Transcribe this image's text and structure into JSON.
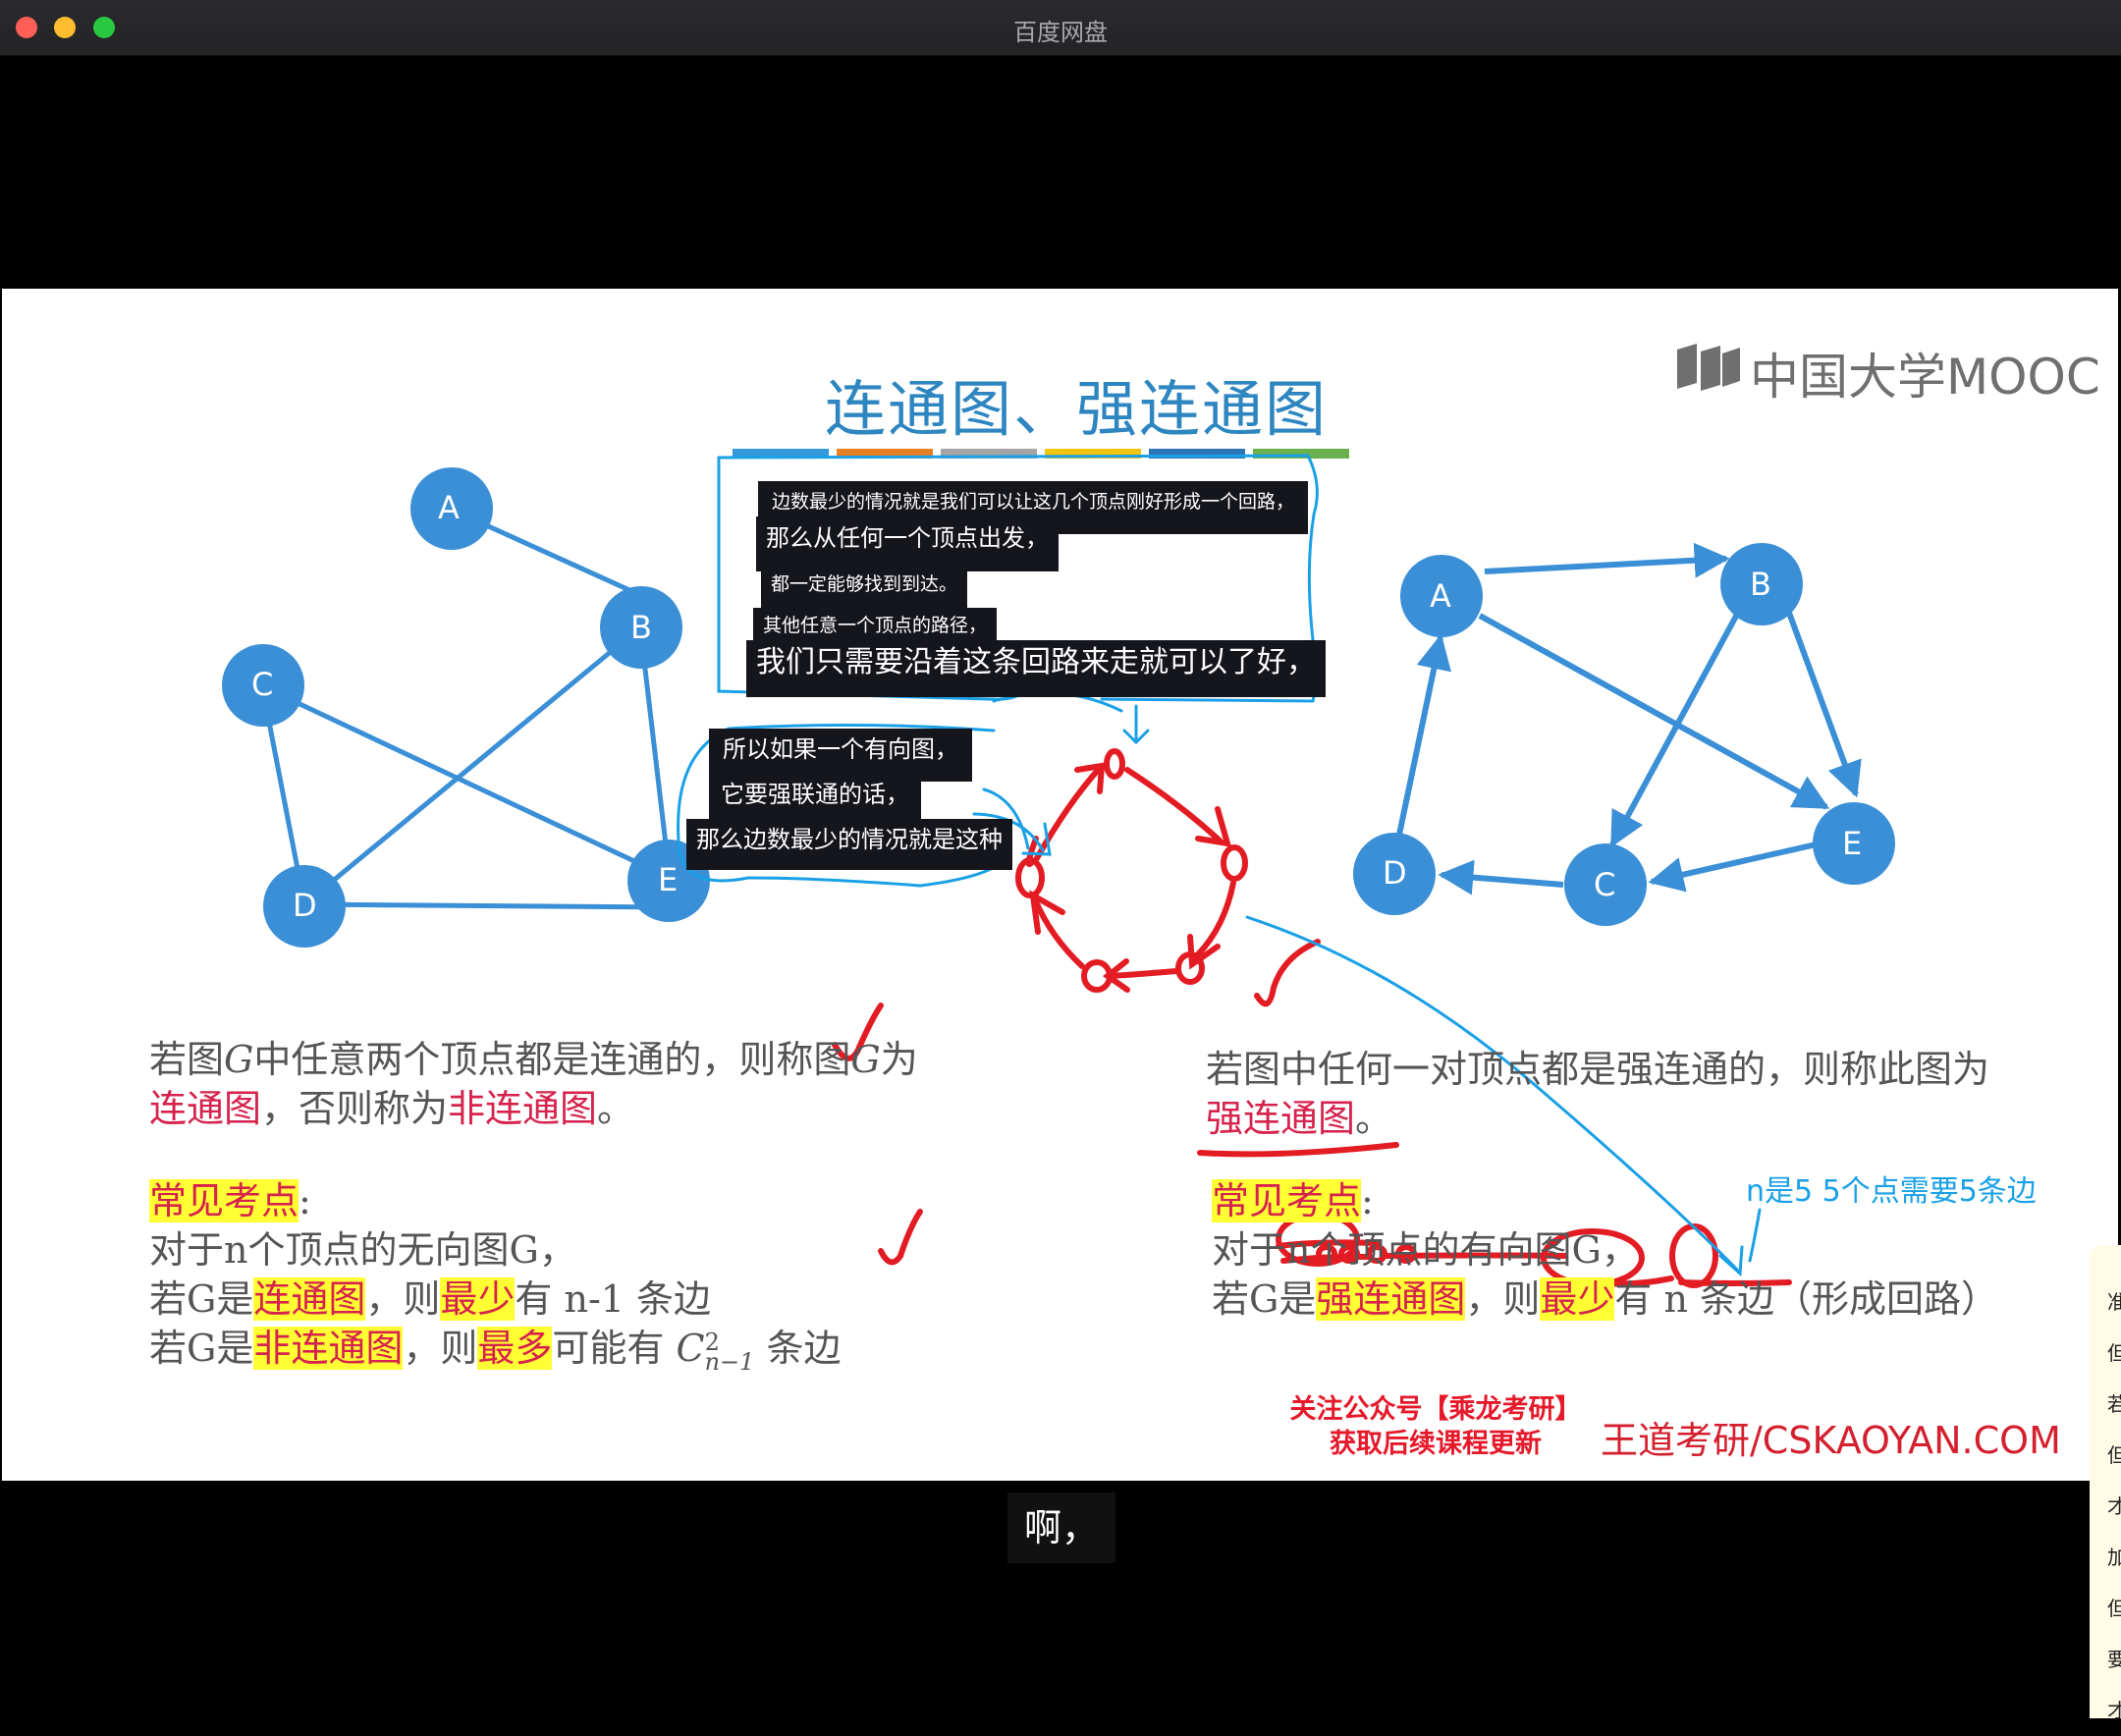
{
  "window": {
    "title": "百度网盘"
  },
  "slide": {
    "title": "连通图、强连通图",
    "logo": "中国大学MOOC",
    "color_bars": [
      "#3498db",
      "#e67e22",
      "#a5a5a5",
      "#f1c40f",
      "#2e75b6",
      "#6ab04c"
    ],
    "undirected_nodes": [
      "A",
      "B",
      "C",
      "D",
      "E"
    ],
    "directed_nodes": [
      "A",
      "B",
      "C",
      "D",
      "E"
    ],
    "left_text": {
      "def_line1_a": "若图",
      "def_line1_g": "G",
      "def_line1_b": "中任意两个顶点都是连通的，则称图",
      "def_line1_g2": "G",
      "def_line1_c": "为",
      "def_line2_a": "连通图",
      "def_line2_b": "，否则称为",
      "def_line2_c": "非连通图",
      "def_line2_d": "。",
      "exam_label": "常见考点",
      "colon": ":",
      "line3": "对于n个顶点的无向图G，",
      "line4_a": "若G是",
      "line4_b": "连通图",
      "line4_c": "，则",
      "line4_d": "最少",
      "line4_e": "有 n-1 条边",
      "line5_a": "若G是",
      "line5_b": "非连通图",
      "line5_c": "，则",
      "line5_d": "最多",
      "line5_e": "可能有",
      "formula_c": "C",
      "formula_sup": "2",
      "formula_sub": "n−1",
      "line5_f": "条边"
    },
    "right_text": {
      "def_line1": "若图中任何一对顶点都是强连通的，则称此图为",
      "def_line2_a": "强连通图",
      "def_line2_b": "。",
      "exam_label": "常见考点",
      "colon": ":",
      "line3": "对于n个顶点的有向图G，",
      "line4_a": "若G是",
      "line4_b": "强连通图",
      "line4_c": "，则",
      "line4_d": "最少",
      "line4_e": "有 n 条边（形成回路）"
    },
    "promo": {
      "line1": "关注公众号【乘龙考研】",
      "line2": "获取后续课程更新"
    },
    "footer_brand": "王道考研/CSKAOYAN.COM",
    "annotation": "n是5 5个点需要5条边"
  },
  "captions": [
    "边数最少的情况就是我们可以让这几个顶点刚好形成一个回路，",
    "那么从任何一个顶点出发，",
    "都一定能够找到到达。",
    "其他任意一个顶点的路径，",
    "我们只需要沿着这条回路来走就可以了好，",
    "所以如果一个有向图，",
    "它要强联通的话，",
    "那么边数最少的情况就是这种"
  ],
  "subtitle": "啊，",
  "side_panel_chars": [
    "准",
    "但",
    "若",
    "但",
    "才",
    "加",
    "但",
    "要",
    "才"
  ]
}
